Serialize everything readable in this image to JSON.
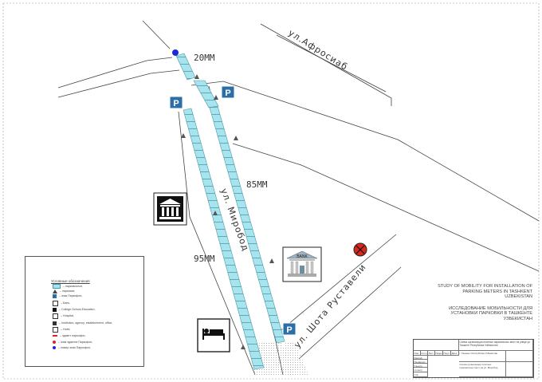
{
  "labels": {
    "dist_top": "20ММ",
    "dist_mid": "85ММ",
    "dist_low": "95ММ",
    "street_afrosiab": "ул.Афросиаб",
    "street_mirobod": "ул. Миробод",
    "street_rustaveli": "ул. Шота Руставели"
  },
  "parking_sign": "P",
  "icons": {
    "parking": "parking-sign-icon",
    "school": "school-building-icon",
    "bank": "bank-icon",
    "hotel": "hotel-bed-icon",
    "meter": "parking-meter-triangle-icon",
    "hospital": "hospital-icon",
    "start_point": "start-point-dot-icon"
  },
  "colors": {
    "lane": "#a8e4ee",
    "parking_blue": "#2b6fa6",
    "line": "#444444",
    "point": "#1d2bd6",
    "hospital": "#d8281e"
  },
  "legend": {
    "title": "Условные обозначения",
    "items": [
      "– парковочное,",
      "– паркомат,",
      "– знак Паркофон,",
      "– Банк,",
      "– College-School-Education,",
      "– Hospital,",
      "– Institution, agency, establishment, office,",
      "– Hotel,",
      "– эдакнт паркофон,",
      "– знак эдакнта Паркофон,",
      "– номер знак Паркофон,"
    ]
  },
  "title_block": {
    "en": "STUDY OF MOBILITY FOR INSTALLATION OF PARKING METERS IN TASHKENT UZBEKISTAN",
    "ru": "ИССЛЕДОВАНИЕ МОБИЛЬНОСТИ ДЛЯ УСТАНОВКИ ПАРКОВКИ В ТАШКЕНТЕ УЗБЕКИСТАН"
  },
  "stamp": {
    "row1": "Схема организации платных парковочных мест на улице ул. Ташкент Республика Узбекистан",
    "city": "г. Ташкент Республика Узбекистан",
    "row2": "Схема организации платных парковочных мест на ул. Миробод",
    "cols": [
      "Изм.",
      "Кол.уч",
      "Лист",
      "№док.",
      "Подп.",
      "Дата"
    ],
    "roles": [
      "Разраб.",
      "Проверил",
      "Т.контр",
      "Н.контр",
      "Утв."
    ]
  }
}
